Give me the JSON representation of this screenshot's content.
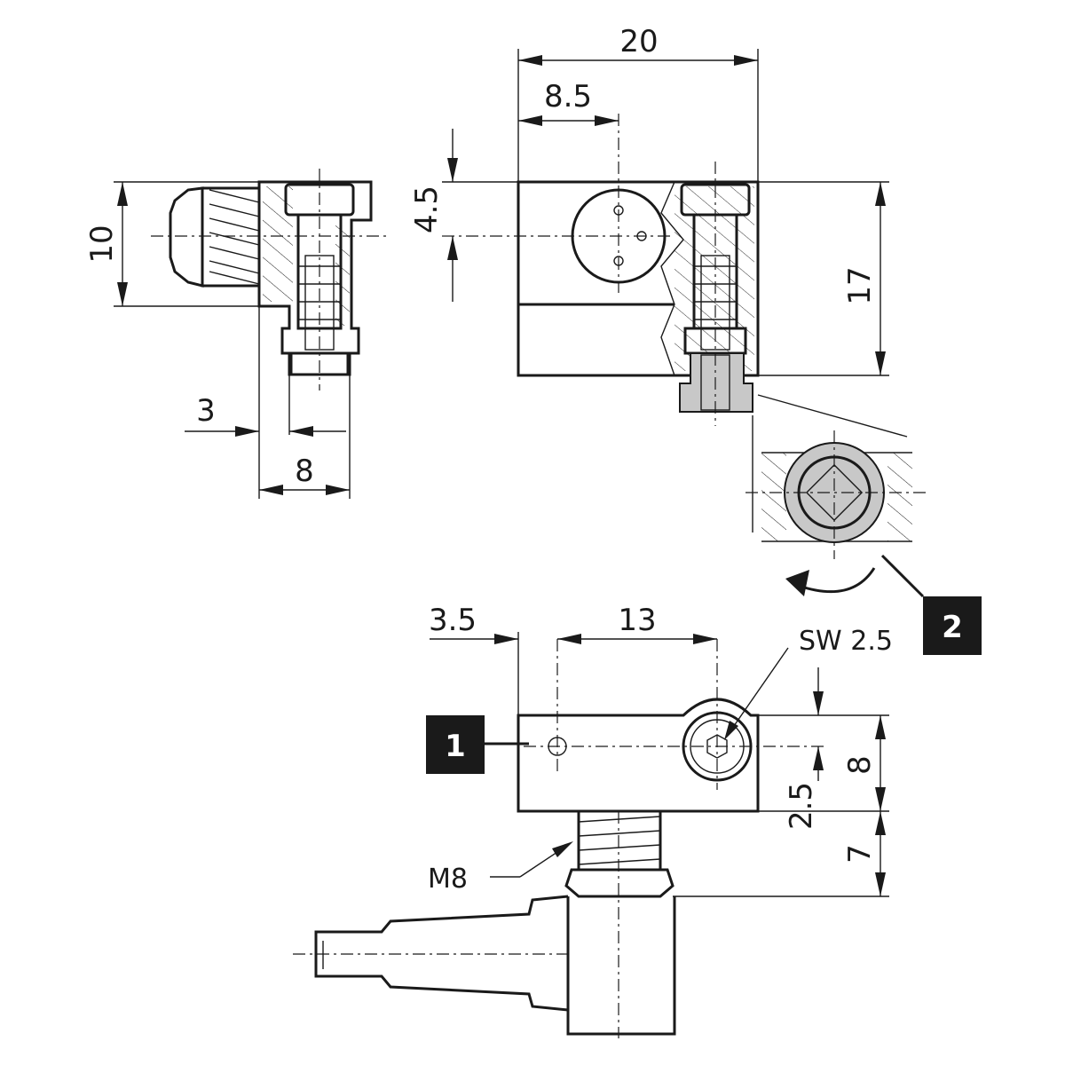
{
  "dimensions": {
    "side_height": "10",
    "side_offset": "3",
    "side_width": "8",
    "front_width": "20",
    "front_center_offset": "8.5",
    "front_center_height": "4.5",
    "front_height": "17",
    "top_offset": "3.5",
    "top_spacing": "13",
    "top_height": "8",
    "top_axis_offset": "2.5",
    "thread_length": "7"
  },
  "labels": {
    "wrench_size": "SW 2.5",
    "thread": "M8"
  },
  "callouts": {
    "part1": "1",
    "part2": "2"
  },
  "colors": {
    "line": "#1a1a1a",
    "highlight_fill": "#c8c8c8",
    "callout_bg": "#1a1a1a"
  }
}
